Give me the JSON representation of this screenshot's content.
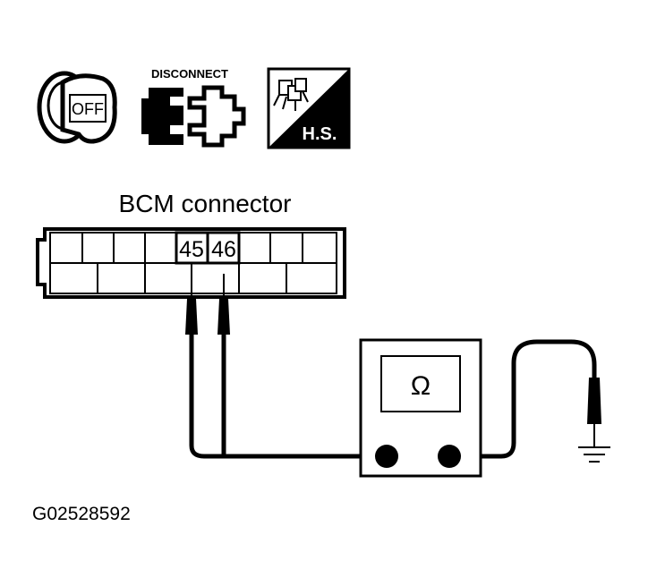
{
  "icons": {
    "ignition_key": {
      "label": "OFF",
      "icon": "ignition-key-off-icon"
    },
    "disconnect": {
      "label": "DISCONNECT",
      "icon": "connector-disconnect-icon"
    },
    "harness_side": {
      "label": "H.S.",
      "icon": "harness-side-icon"
    }
  },
  "connector": {
    "title": "BCM connector",
    "pin_a": "45",
    "pin_b": "46"
  },
  "meter": {
    "symbol": "Ω"
  },
  "figure_id": "G02528592",
  "colors": {
    "ink": "#000000",
    "paper": "#ffffff"
  }
}
